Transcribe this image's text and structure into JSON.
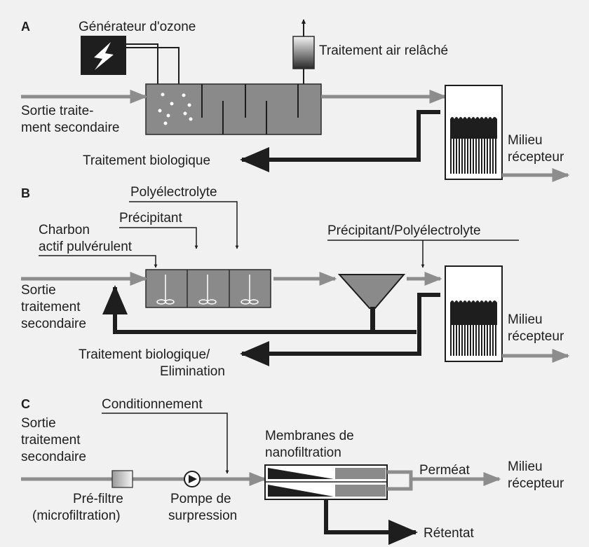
{
  "section_a": {
    "letter": "A",
    "ozone_generator": "Générateur d'ozone",
    "air_treatment": "Traitement air relâché",
    "inlet_line1": "Sortie traite-",
    "inlet_line2": "ment secondaire",
    "biological": "Traitement biologique",
    "receiving_line1": "Milieu",
    "receiving_line2": "récepteur"
  },
  "section_b": {
    "letter": "B",
    "polyelectrolyte": "Polyélectrolyte",
    "precipitant": "Précipitant",
    "carbon_line1": "Charbon",
    "carbon_line2": "actif pulvérulent",
    "precip_poly": "Précipitant/Polyélectrolyte",
    "inlet_line1": "Sortie",
    "inlet_line2": "traitement",
    "inlet_line3": "secondaire",
    "bio_line1": "Traitement biologique/",
    "bio_line2": "Elimination",
    "receiving_line1": "Milieu",
    "receiving_line2": "récepteur"
  },
  "section_c": {
    "letter": "C",
    "conditioning": "Conditionnement",
    "inlet_line1": "Sortie",
    "inlet_line2": "traitement",
    "inlet_line3": "secondaire",
    "membranes_line1": "Membranes de",
    "membranes_line2": "nanofiltration",
    "permeate": "Perméat",
    "receiving_line1": "Milieu",
    "receiving_line2": "récepteur",
    "prefilter_line1": "Pré-filtre",
    "prefilter_line2": "(microfiltration)",
    "pump_line1": "Pompe de",
    "pump_line2": "surpression",
    "retentate": "Rétentat"
  }
}
